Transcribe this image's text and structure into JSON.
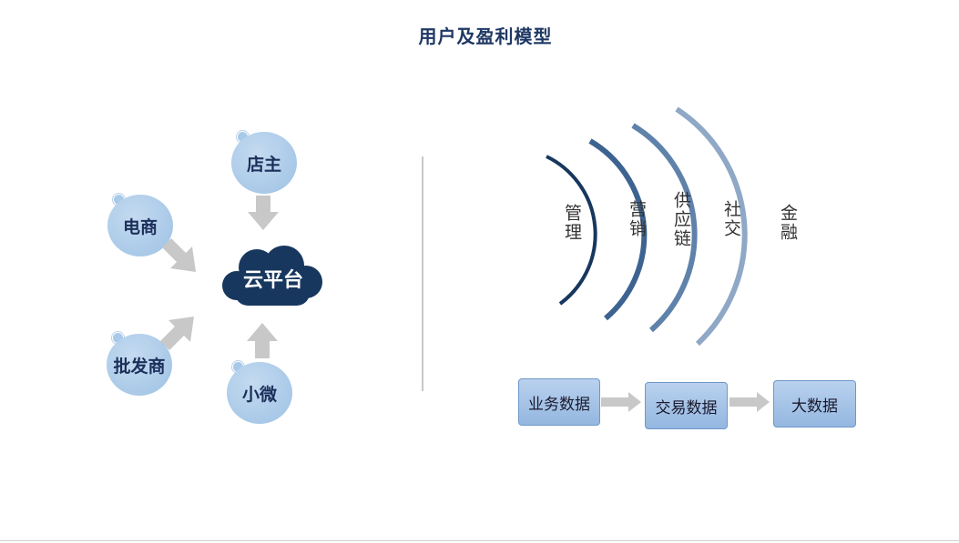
{
  "title": "用户及盈利模型",
  "left_diagram": {
    "center": "云平台",
    "nodes": {
      "top": "店主",
      "upper_left": "电商",
      "lower_left": "批发商",
      "bottom": "小微"
    }
  },
  "arcs": [
    "管理",
    "营销",
    "供应链",
    "社交",
    "金融"
  ],
  "flow": [
    "业务数据",
    "交易数据",
    "大数据"
  ],
  "colors": {
    "title": "#1f3864",
    "cloud": "#17375e",
    "bubble": "#a9c9e8",
    "arrow": "#c8c8c8",
    "box": "#9dbde4"
  }
}
